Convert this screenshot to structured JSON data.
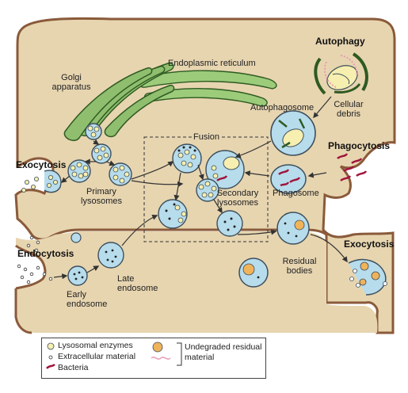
{
  "labels": {
    "autophagy": "Autophagy",
    "endoplasmic_reticulum": "Endoplasmic reticulum",
    "golgi_1": "Golgi",
    "golgi_2": "apparatus",
    "autophagosome": "Autophagosome",
    "cellular_debris_1": "Cellular",
    "cellular_debris_2": "debris",
    "fusion": "Fusion",
    "phagocytosis": "Phagocytosis",
    "exocytosis_left": "Exocytosis",
    "primary_lysosomes_1": "Primary",
    "primary_lysosomes_2": "lysosomes",
    "secondary_lysosomes_1": "Secondary",
    "secondary_lysosomes_2": "lysosomes",
    "phagosome": "Phagosome",
    "endocytosis": "Endocytosis",
    "exocytosis_right": "Exocytosis",
    "residual_bodies_1": "Residual",
    "residual_bodies_2": "bodies",
    "late_endosome_1": "Late",
    "late_endosome_2": "endosome",
    "early_endosome_1": "Early",
    "early_endosome_2": "endosome"
  },
  "legend": {
    "lysosomal_enzymes": "Lysosomal enzymes",
    "extracellular_material": "Extracellular material",
    "bacteria": "Bacteria",
    "undegraded_1": "Undegraded residual",
    "undegraded_2": "material"
  },
  "colors": {
    "cytoplasm": "#e7d5b0",
    "membrane": "#8a5a3a",
    "vesicle_fill": "#b7dcec",
    "vesicle_stroke": "#3d4f5c",
    "enzyme_fill": "#f6efb0",
    "residual_fill": "#f0b35a",
    "bacteria": "#a0143c",
    "golgi_fill": "#8fbf6e",
    "golgi_stroke": "#2f5a22",
    "debris": "#e89bb4",
    "arrow": "#333333"
  }
}
